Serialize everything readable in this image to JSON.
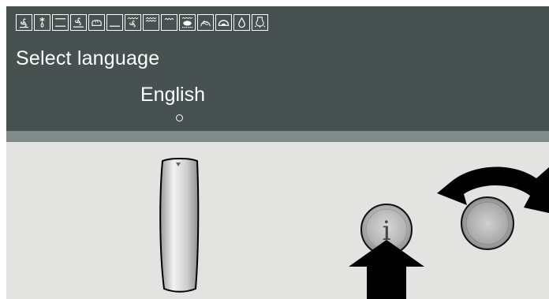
{
  "display": {
    "title": "Select language",
    "selected_language": "English",
    "icons": [
      "fan-heat-icon",
      "defrost-icon",
      "top-bottom-heat-icon",
      "fan-grill-icon",
      "bread-icon",
      "bottom-heat-icon",
      "grill-fan-icon",
      "full-grill-icon",
      "half-grill-icon",
      "pizza-icon",
      "steam-icon",
      "dome-icon",
      "water-drop-icon",
      "light-icon"
    ]
  },
  "controls": {
    "rotary_knob": "rotary-selector-icon",
    "info_button_symbol": "i",
    "turn_direction_arrow": "curved-double-arrow-icon",
    "press_arrow": "press-arrow-icon"
  },
  "colors": {
    "display_background": "#465150",
    "panel_background": "#e3e3e1",
    "arrow": "#000000"
  }
}
